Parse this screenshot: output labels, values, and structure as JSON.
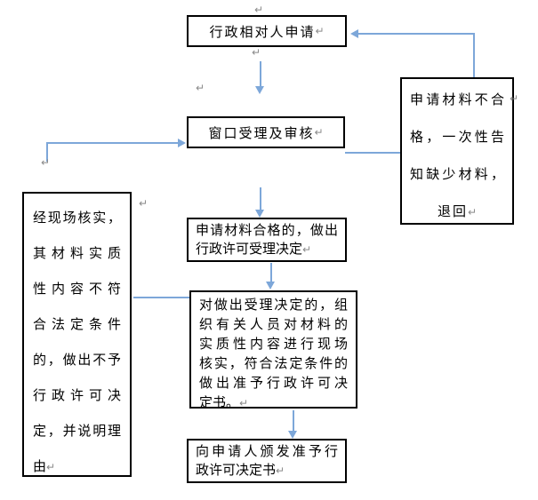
{
  "colors": {
    "connector": "#7da7d9",
    "box_border": "#000000",
    "paragraph_mark": "#8a8a8a"
  },
  "marks": {
    "return": "↵"
  },
  "boxes": {
    "applicant": {
      "lines": [
        "行政相对人申请"
      ]
    },
    "window": {
      "lines": [
        "窗口受理及审核"
      ]
    },
    "qualified": {
      "lines": [
        "申请材料合格的，做出",
        "行政许可受理决定"
      ]
    },
    "verify": {
      "lines": [
        "对做出受理决定的，组",
        "织有关人员对材料的",
        "实质性内容进行现场",
        "核实，符合法定条件的",
        "做出准予行政许可决",
        "定书。"
      ]
    },
    "issue": {
      "lines": [
        "向申请人颁发准予行",
        "政许可决定书"
      ]
    },
    "reject_onsite": {
      "lines": [
        "经现场核实，",
        "其材料实质",
        "性内容不符",
        "合法定条件",
        "的，做出不予",
        "行政许可决",
        "定，并说明理",
        "由"
      ]
    },
    "incomplete": {
      "lines": [
        "申请材料不合",
        "格，一次性告",
        "知缺少材料，",
        "退回"
      ]
    }
  }
}
